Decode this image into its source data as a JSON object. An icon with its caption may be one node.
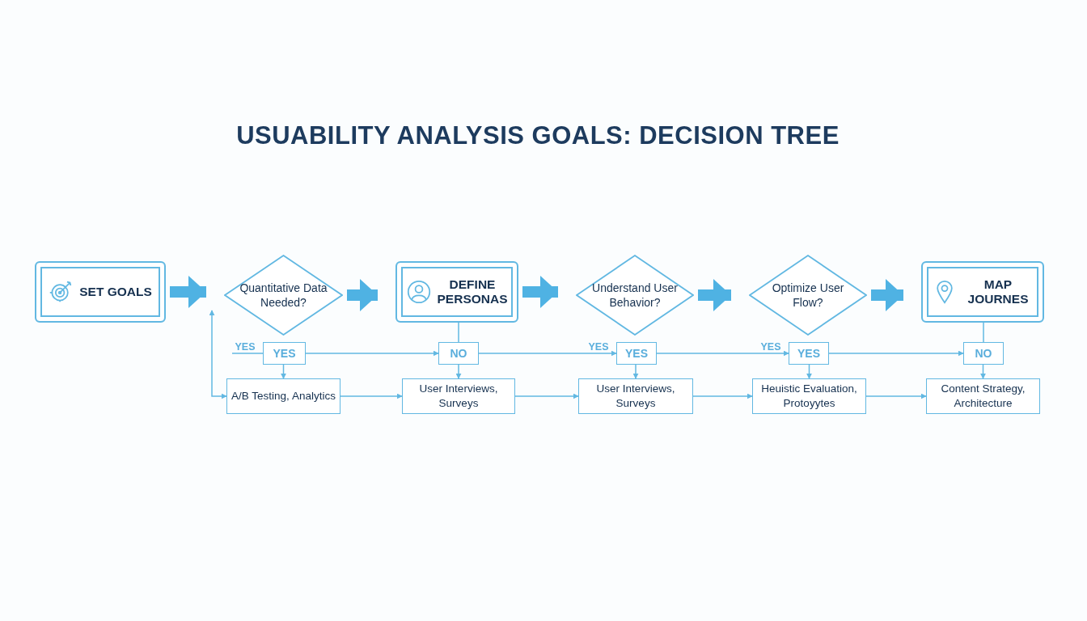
{
  "diagram": {
    "title": "USUABILITY ANALYSIS GOALS: DECISION TREE",
    "nodes": [
      {
        "text": [
          "SET GOALS"
        ]
      },
      {
        "text": [
          "Quantitative Data Needed?"
        ]
      },
      {
        "text": [
          "DEFINE PERSONAS"
        ]
      },
      {
        "text": [
          "Understand User Behavior?"
        ]
      },
      {
        "text": [
          "Optimize User Flow?"
        ]
      },
      {
        "text": [
          "MAP JOURNES"
        ]
      },
      {
        "text": [
          "YES"
        ]
      },
      {
        "text": [
          "NO"
        ]
      },
      {
        "text": [
          "YES"
        ]
      },
      {
        "text": [
          "YES"
        ]
      },
      {
        "text": [
          "NO"
        ]
      },
      {
        "text": [
          "A/B Testing, Analytics"
        ]
      },
      {
        "text": [
          "User Interviews, Surveys"
        ]
      },
      {
        "text": [
          "User Interviews, Surveys"
        ]
      },
      {
        "text": [
          "Heuistic Evaluation, Protoyytes"
        ]
      },
      {
        "text": [
          "Content Strategy, Architecture"
        ]
      }
    ],
    "edges": [
      {
        "from": 0,
        "to": 1,
        "arrow": "to",
        "style": "thick"
      },
      {
        "from": 1,
        "to": 2,
        "arrow": "to",
        "style": "thick"
      },
      {
        "from": 2,
        "to": 3,
        "arrow": "to",
        "style": "thick"
      },
      {
        "from": 3,
        "to": 4,
        "arrow": "to",
        "style": "thick"
      },
      {
        "from": 4,
        "to": 5,
        "arrow": "to",
        "style": "thick"
      },
      {
        "from": 2,
        "to": 7,
        "arrow": "none"
      },
      {
        "from": 5,
        "to": 10,
        "arrow": "none"
      },
      {
        "from": null,
        "to": 6,
        "arrow": "none",
        "label": "YES"
      },
      {
        "from": 6,
        "to": 7,
        "arrow": "to"
      },
      {
        "from": 7,
        "to": 8,
        "arrow": "to",
        "label": "YES"
      },
      {
        "from": 8,
        "to": 9,
        "arrow": "to",
        "label": "YES"
      },
      {
        "from": 9,
        "to": 10,
        "arrow": "to"
      },
      {
        "from": 6,
        "to": 11,
        "arrow": "to"
      },
      {
        "from": 7,
        "to": 12,
        "arrow": "to"
      },
      {
        "from": 8,
        "to": 13,
        "arrow": "to"
      },
      {
        "from": 9,
        "to": 14,
        "arrow": "to"
      },
      {
        "from": 10,
        "to": 15,
        "arrow": "to"
      },
      {
        "from": 11,
        "to": 12,
        "arrow": "to"
      },
      {
        "from": 12,
        "to": 13,
        "arrow": "to"
      },
      {
        "from": 13,
        "to": 14,
        "arrow": "to"
      },
      {
        "from": 14,
        "to": 15,
        "arrow": "to"
      },
      {
        "from": 1,
        "to": 11,
        "arrow": "both"
      }
    ]
  }
}
